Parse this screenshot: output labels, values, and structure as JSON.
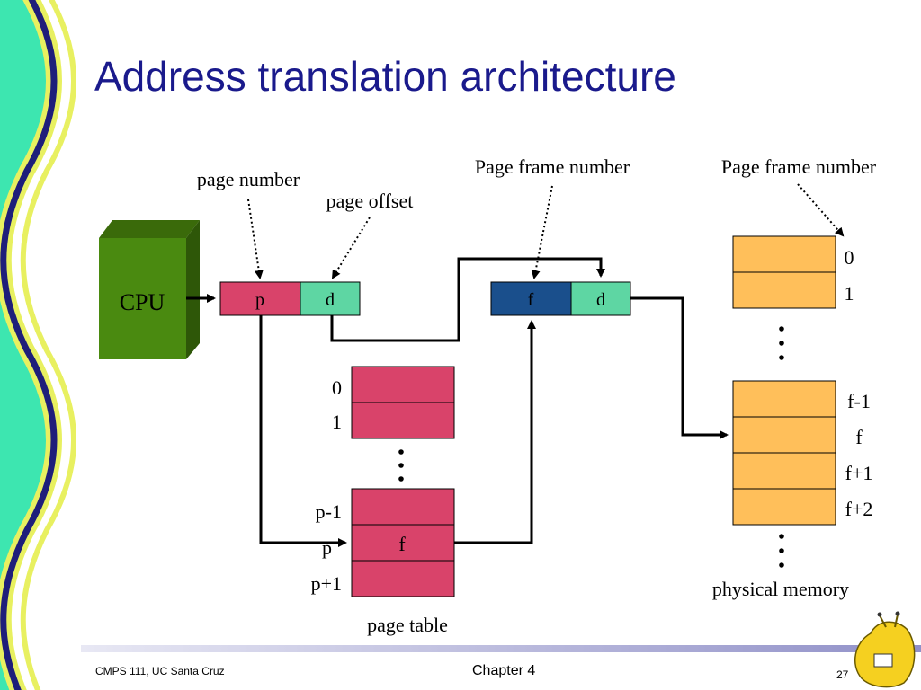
{
  "slide": {
    "title": "Address translation architecture"
  },
  "labels": {
    "page_number": "page number",
    "page_offset": "page offset",
    "page_frame_number_1": "Page frame number",
    "page_frame_number_2": "Page frame number",
    "cpu": "CPU",
    "logical_p": "p",
    "logical_d": "d",
    "physical_f": "f",
    "physical_d": "d",
    "page_table": "page table",
    "physical_memory": "physical memory"
  },
  "page_table": {
    "top_indices": [
      "0",
      "1"
    ],
    "bottom_indices": [
      "p-1",
      "p",
      "p+1"
    ],
    "entry_value": "f"
  },
  "physical_memory": {
    "top_indices": [
      "0",
      "1"
    ],
    "frame_indices": [
      "f-1",
      "f",
      "f+1",
      "f+2"
    ]
  },
  "footer": {
    "course": "CMPS 111, UC Santa Cruz",
    "chapter": "Chapter 4",
    "page": "27"
  },
  "colors": {
    "title": "#1a1a8c",
    "cpu_front": "#4a8a10",
    "cpu_top": "#3a6a0a",
    "cpu_side": "#2e5708",
    "page_red": "#d9436a",
    "offset_green": "#5ed6a3",
    "frame_blue": "#1a4f8c",
    "memory_orange": "#ffbf5a",
    "footer_bar": "#c8c8e6"
  }
}
